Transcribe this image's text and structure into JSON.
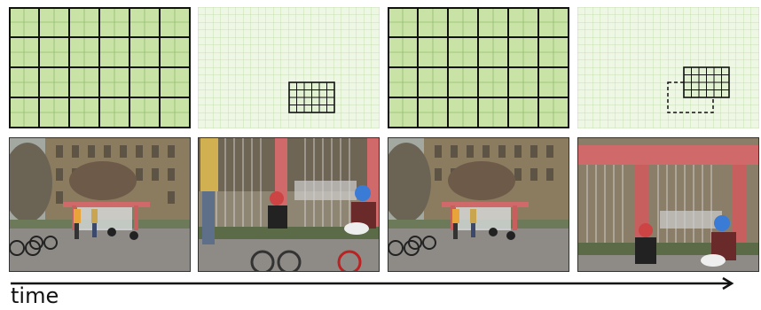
{
  "caption": {
    "time_label": "time"
  },
  "panels": [
    {
      "grid": "coarse",
      "scene": "wide"
    },
    {
      "grid": "fine",
      "scene": "zoomed",
      "highlight": "region"
    },
    {
      "grid": "coarse",
      "scene": "wide"
    },
    {
      "grid": "fine",
      "scene": "zoomed",
      "highlight": "region-moved"
    }
  ],
  "colors": {
    "grid_fill_strong": "#c9e3a6",
    "grid_fill_light": "#e9f4dc",
    "grid_line_dark": "#111111",
    "grid_line_light": "#b4d79a",
    "sky": "#9aa39a",
    "building": "#8a7a5e",
    "fountain_red": "#d06a6a",
    "pavement": "#8d8a86"
  }
}
